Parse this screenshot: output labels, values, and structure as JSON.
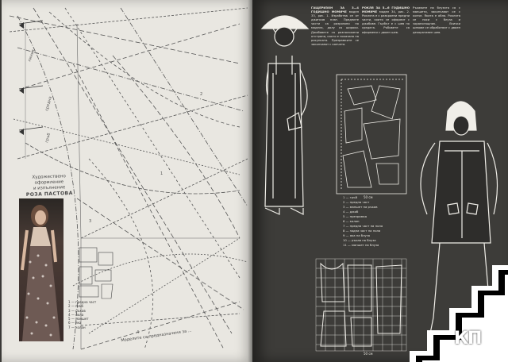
{
  "page_left": {
    "caption": [
      "Художествено оформление",
      "и изпълнение"
    ],
    "caption_author": "РОЗА ПАСТОВА",
    "legend_rows": [
      "1 — предна част",
      "2 — гръб",
      "3 — ръкав",
      "4 — пола",
      "5 — маншет",
      "6 — яка",
      "7 — колан"
    ],
    "bottom_label": "Моделите са предназначени за ..."
  },
  "page_right": {
    "column1": {
      "heading": "ГАЩЕРИЗОН ЗА 3—4 ГОДИШНО МОМИЧЕ",
      "body": "модел 33, рис. 1. Изработва се от джинсов плат. Предните части са разрязани по модела, долу са широки. Джобовете са разположени отстрани, както е показано на рисунката. Презрамките се закопчават с копчета."
    },
    "column2": {
      "heading": "РОКЛЯ ЗА 5—6 ГОДИШНО МОМИЧЕ",
      "body": "модел 34, рис. 2. Роклята е с разкроени предни части, които се оформят с джобове. Гърбът е с шев по средата. Ръбовете са оформени с двоен шев."
    },
    "column3": {
      "body": "Ръкавите на блузата са с маншети, закопчават се с копче. Яката е обла. Роклята се носи с блуза и чорапогащник. Всички шевове се обработват с двоен декоративен шев."
    },
    "legend_rows": [
      "1 — гръб",
      "2 — предна част",
      "3 — маншет на ръкав",
      "4 — джоб",
      "5 — презрамка",
      "6 — колан",
      "7 — предна част на пола",
      "8 — задна част на пола",
      "9 — яка на блуза",
      "10 — ръкав на блуза",
      "11 — маншет на блуза"
    ],
    "scale_label_top": "50 см",
    "scale_label_bottom": "50 см"
  },
  "logo": {
    "text": "КП"
  },
  "colors": {
    "paper": "#e9e7e1",
    "dark_page": "#3d3c39",
    "ink": "#444444",
    "chalk": "#e8e6df"
  }
}
